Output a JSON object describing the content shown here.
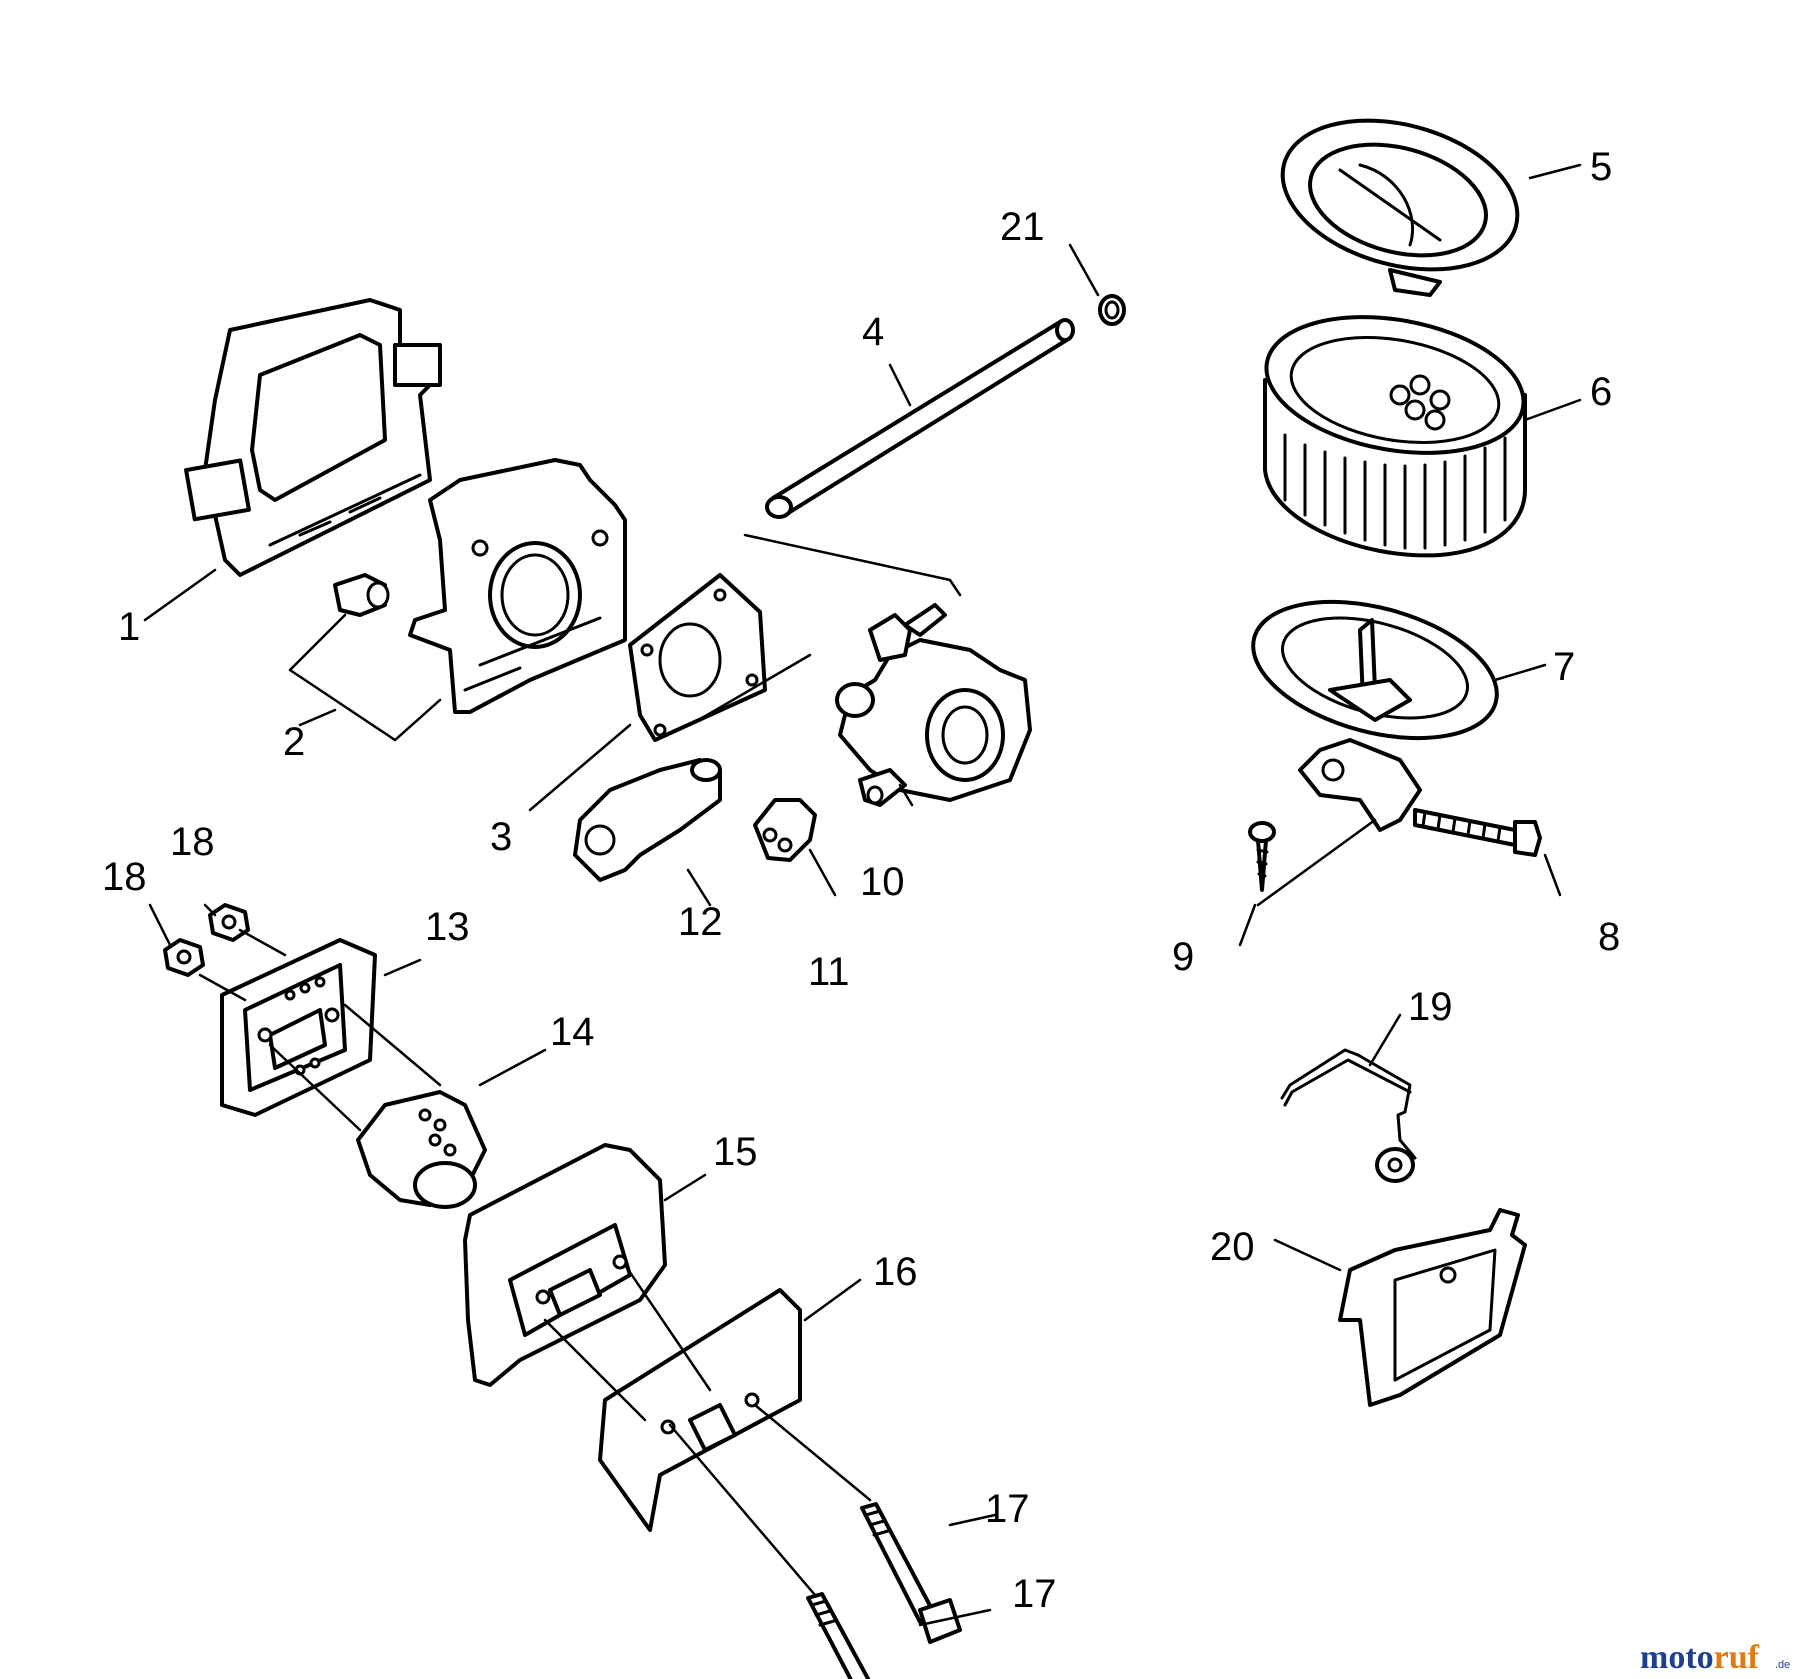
{
  "callouts": {
    "c1": "1",
    "c2": "2",
    "c3": "3",
    "c4": "4",
    "c5": "5",
    "c6": "6",
    "c7": "7",
    "c8": "8",
    "c9": "9",
    "c10": "10",
    "c11": "11",
    "c12": "12",
    "c13": "13",
    "c14": "14",
    "c15": "15",
    "c16": "16",
    "c17a": "17",
    "c17b": "17",
    "c18a": "18",
    "c18b": "18",
    "c19": "19",
    "c20": "20",
    "c21": "21"
  },
  "watermark": {
    "part1": "moto",
    "part2": "ruf",
    "suffix": ".de",
    "color_primary": "#1f3f8f",
    "color_accent": "#e07b14"
  }
}
